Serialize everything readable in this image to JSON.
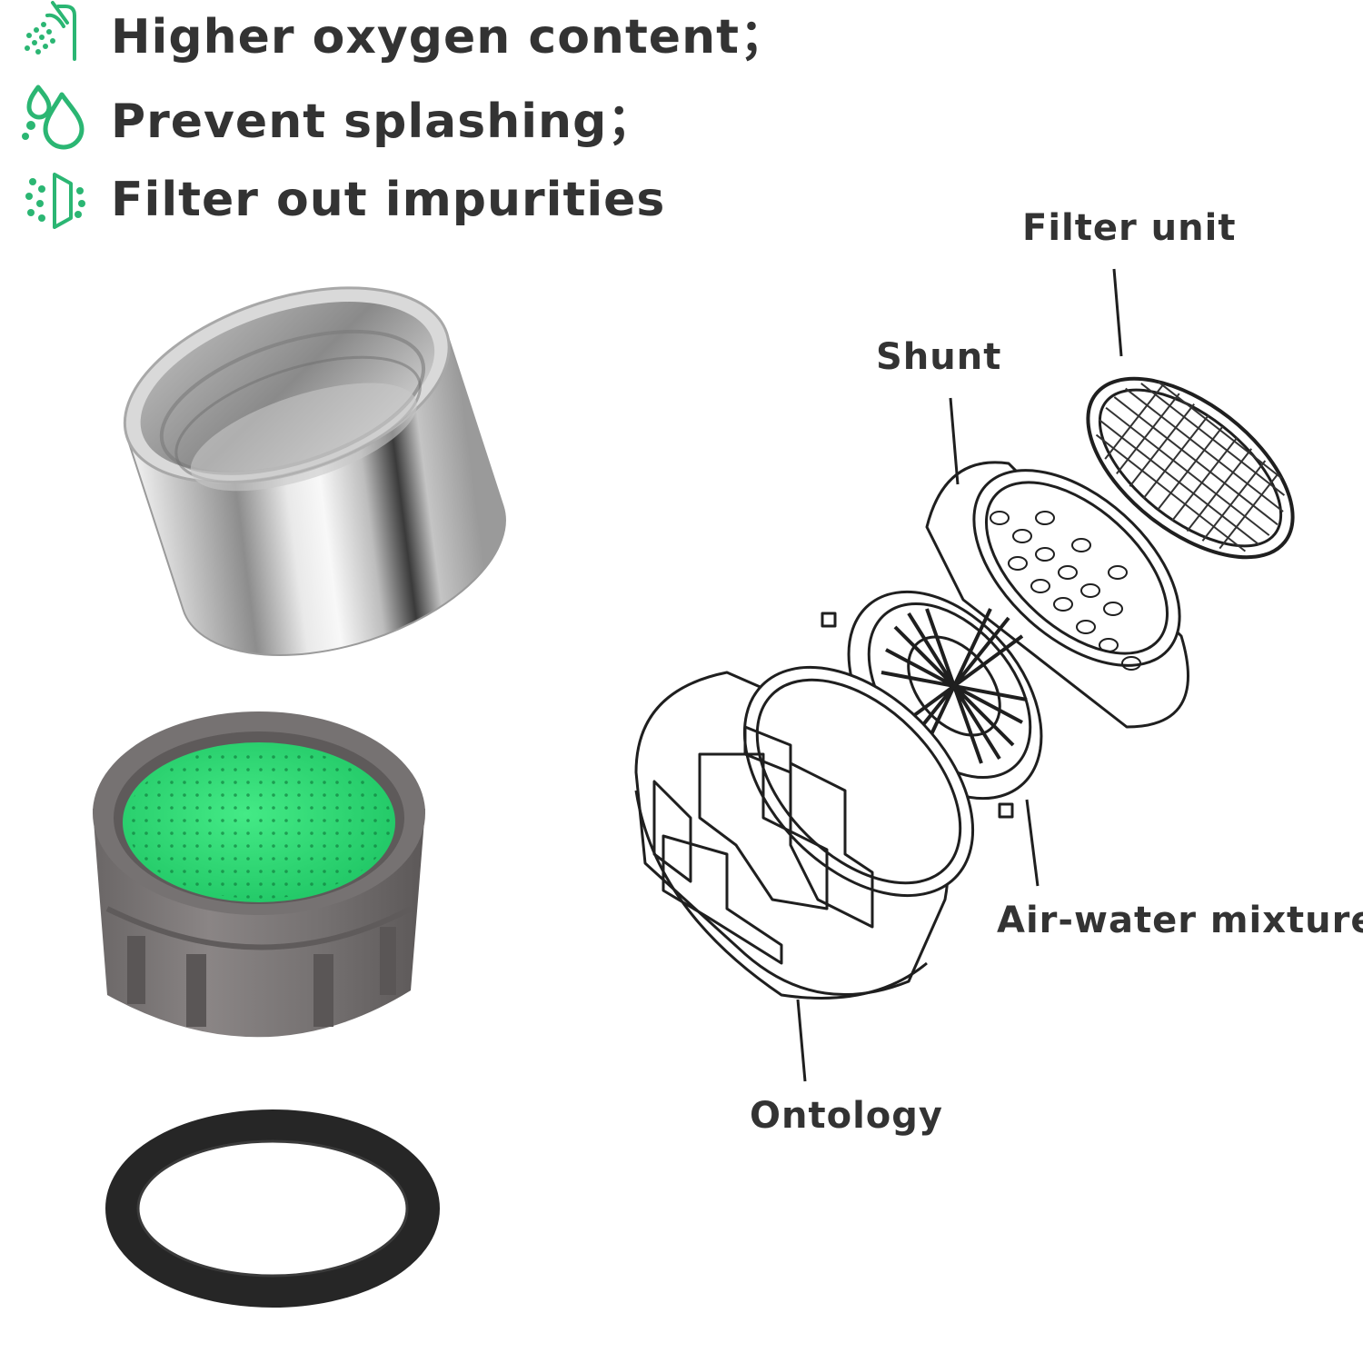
{
  "features": [
    {
      "label": "Higher oxygen content；",
      "icon": "shower-icon"
    },
    {
      "label": "Prevent splashing；",
      "icon": "water-drops-icon"
    },
    {
      "label": "Filter out impurities",
      "icon": "filter-icon"
    }
  ],
  "diagram_labels": {
    "filter_unit": "Filter unit",
    "shunt": "Shunt",
    "air_water_mixture": "Air-water mixture",
    "ontology": "Ontology"
  },
  "colors": {
    "accent_green": "#2bb673",
    "text": "#333333",
    "insert_green": "#33e07a",
    "housing_gray": "#6e6a6a",
    "gasket_black": "#262626"
  }
}
